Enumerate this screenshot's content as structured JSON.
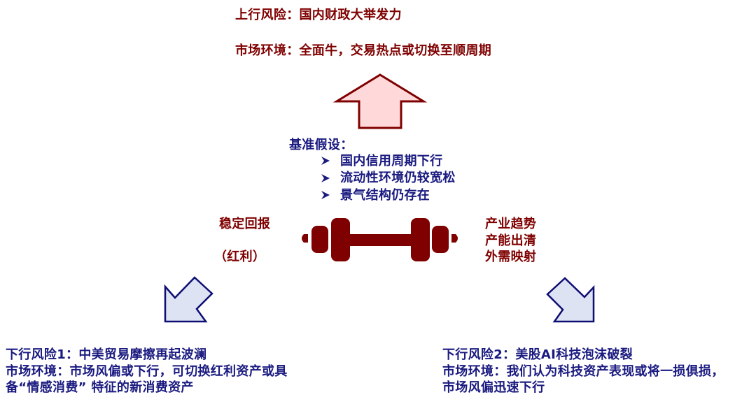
{
  "upside": {
    "risk_line": "上行风险：国内财政大举发力",
    "market_line": "市场环境：全面牛，交易热点或切换至顺周期"
  },
  "baseline": {
    "title": "基准假设：",
    "items": [
      "国内信用周期下行",
      "流动性环境仍较宽松",
      "景气结构仍存在"
    ],
    "bullet_icon": "arrowhead-bullet"
  },
  "balance": {
    "left_label": "稳定回报",
    "left_sub": "（红利）",
    "right_lines": [
      "产业趋势",
      "产能出清",
      "外需映射"
    ],
    "icon": "dumbbell-icon"
  },
  "downside_1": {
    "lines": [
      "下行风险1：中美贸易摩擦再起波澜",
      "市场环境：市场风偏或下行，可切换红利资产或具",
      "备“情感消费” 特征的新消费资产"
    ]
  },
  "downside_2": {
    "lines": [
      "下行风险2：美股AI科技泡沫破裂",
      "市场环境：我们认为科技资产表现或将一损俱损，",
      "市场风偏迅速下行"
    ]
  },
  "colors": {
    "upside_text": "#7f0000",
    "downside_text": "#1a1a80",
    "up_arrow_fill": "#ffd9d9",
    "up_arrow_stroke": "#7f0000",
    "down_arrow_fill": "#dde3f2",
    "down_arrow_stroke": "#0d0d73",
    "dumbbell": "#7f0000"
  }
}
